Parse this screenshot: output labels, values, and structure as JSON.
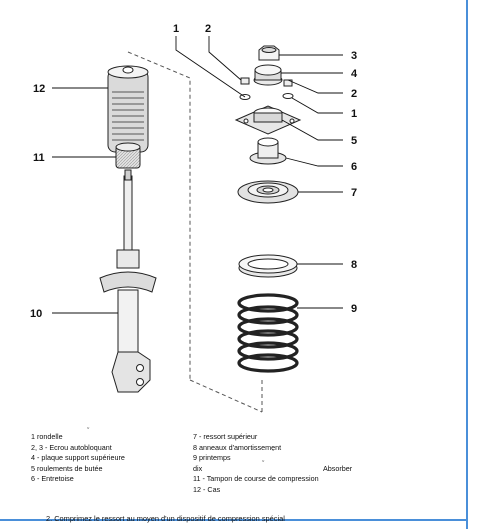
{
  "diagram": {
    "callouts": {
      "c1": "1",
      "c2": "2",
      "c3": "3",
      "c4": "4",
      "c2b": "2",
      "c1b": "1",
      "c5": "5",
      "c6": "6",
      "c7": "7",
      "c8": "8",
      "c9": "9",
      "c10": "10",
      "c11": "11",
      "c12": "12"
    }
  },
  "legend": {
    "left": [
      "1 rondelle",
      "2, 3 - Ecrou autobloquant",
      "4 - plaque support supérieure",
      "5 roulements de butée",
      "6 - Entretoise"
    ],
    "right": [
      "7 - ressort supérieur",
      "8 anneaux d'amortissement",
      "9 printemps",
      "dix",
      "11 - Tampon de course de compression",
      "12 - Cas"
    ],
    "absorber": "Absorber"
  },
  "marks": {
    "tick": "ˇ"
  },
  "instruction": "2. Comprimez le ressort au moyen d'un dispositif de compression spécial"
}
